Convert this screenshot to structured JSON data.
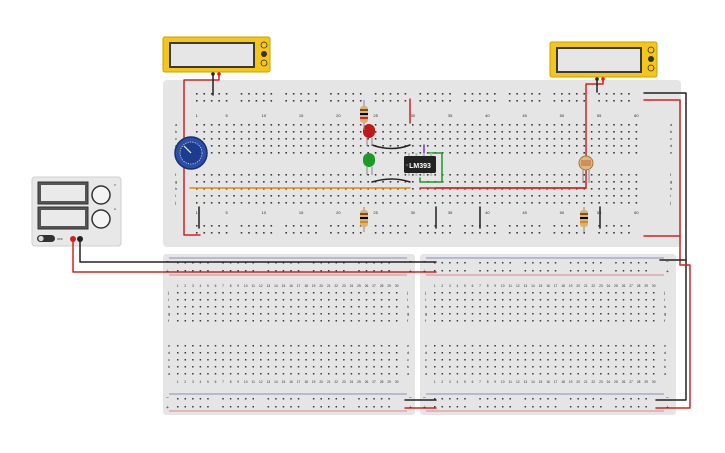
{
  "ic": {
    "label": "LM393"
  },
  "power_supply": {
    "switch_label": "OFF"
  },
  "colors": {
    "board": "#e5e5e5",
    "hole": "#3a3a3a",
    "rail_red": "#d62828",
    "rail_blue": "#2a3a8a",
    "wire_red": "#d62020",
    "wire_black": "#222222",
    "wire_orange": "#e08a00",
    "wire_green": "#1f9a2a",
    "multimeter_body": "#f5c518",
    "led_red": "#c0181b",
    "led_green": "#1f9a2a",
    "pot": "#2b4fa8"
  },
  "top_board": {
    "column_numbers": [
      "1",
      "5",
      "10",
      "15",
      "20",
      "25",
      "30",
      "35",
      "40",
      "45",
      "50",
      "55",
      "60"
    ],
    "row_letters_top": [
      "a",
      "b",
      "c",
      "d",
      "e"
    ],
    "row_letters_bottom": [
      "f",
      "g",
      "h",
      "i",
      "j"
    ]
  },
  "small_board": {
    "column_numbers": [
      "1",
      "2",
      "3",
      "4",
      "5",
      "6",
      "7",
      "8",
      "9",
      "10",
      "11",
      "12",
      "13",
      "14",
      "15",
      "16",
      "17",
      "18",
      "19",
      "20",
      "21",
      "22",
      "23",
      "24",
      "25",
      "26",
      "27",
      "28",
      "29",
      "30"
    ],
    "row_letters_top": [
      "j",
      "i",
      "h",
      "g",
      "f"
    ],
    "row_letters_bottom": [
      "e",
      "d",
      "c",
      "b",
      "a"
    ]
  },
  "rails": {
    "minus": "−",
    "plus": "+"
  }
}
